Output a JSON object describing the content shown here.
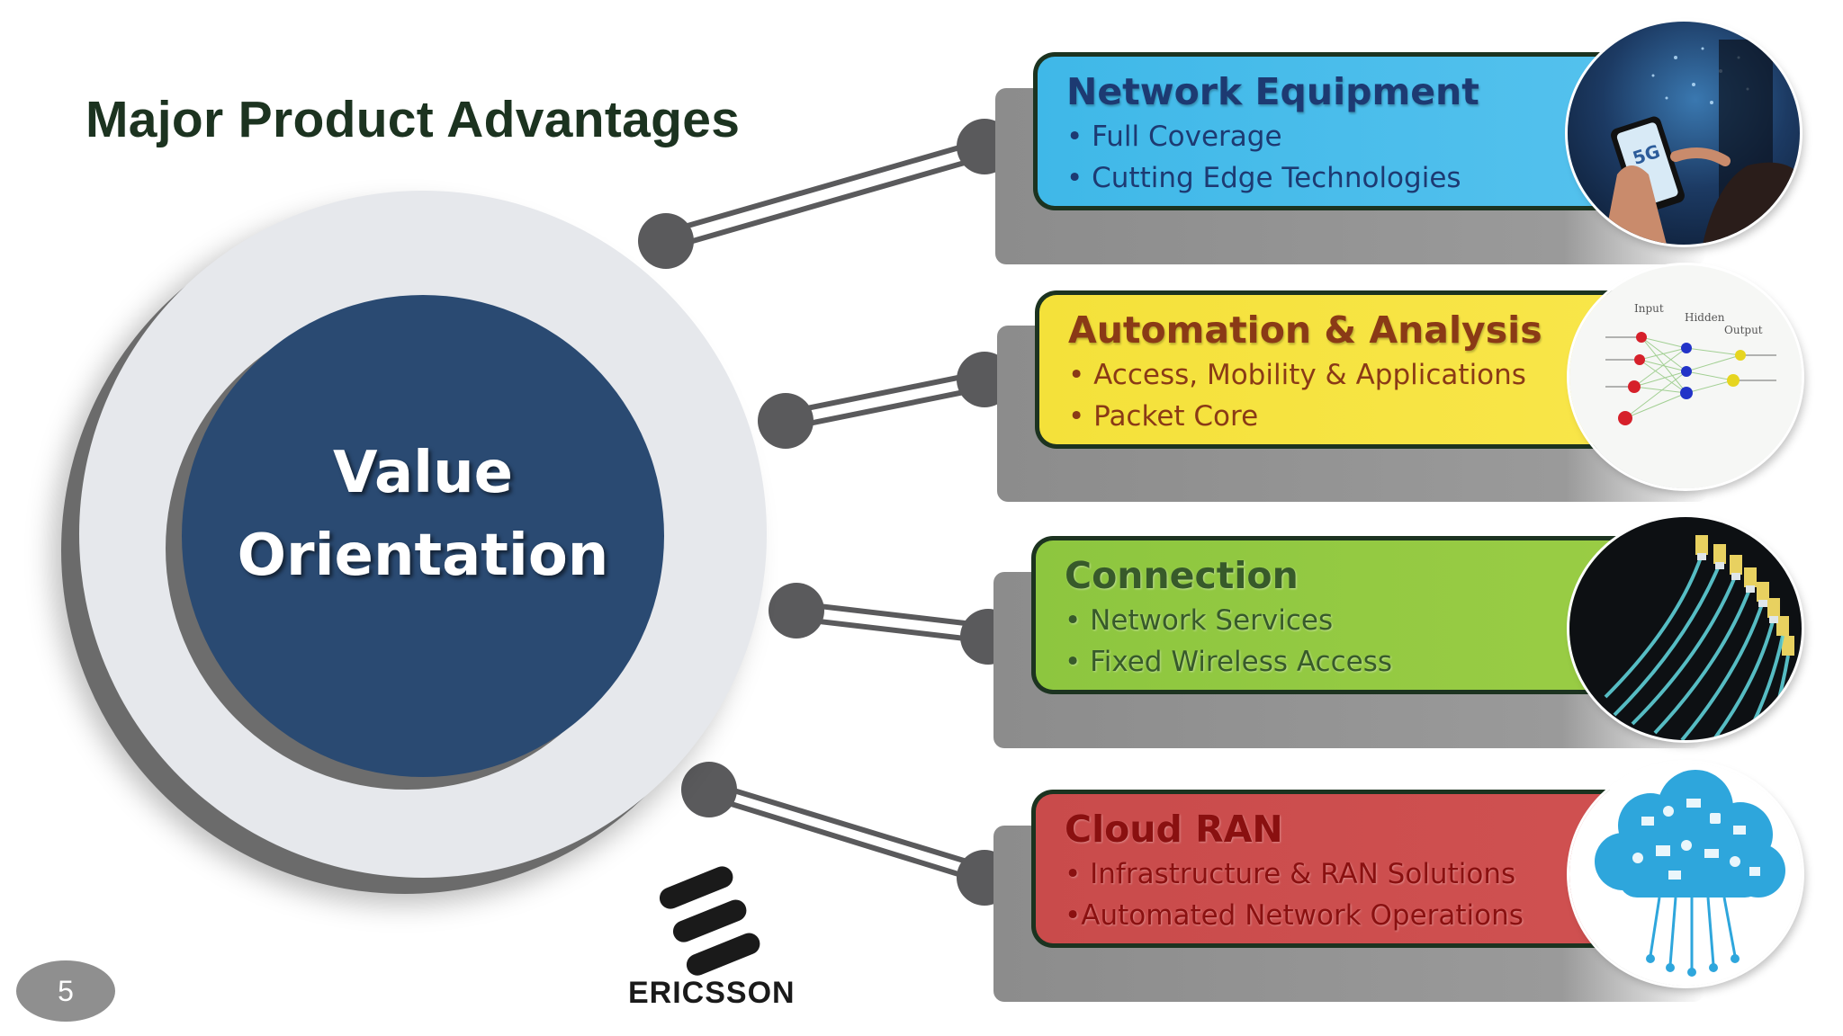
{
  "slide": {
    "title": "Major Product Advantages",
    "page_number": "5"
  },
  "center": {
    "line1": "Value",
    "line2": "Orientation"
  },
  "panels": [
    {
      "title": "Network Equipment",
      "items": [
        "• Full Coverage",
        "• Cutting Edge Technologies"
      ],
      "color": "#3fb8e8",
      "text_color": "#1d3a72",
      "image": "5g-smartphone-photo"
    },
    {
      "title": "Automation & Analysis",
      "items": [
        "• Access, Mobility & Applications",
        "• Packet Core"
      ],
      "color": "#f4e13a",
      "text_color": "#8a3a16",
      "image": "neural-network-diagram"
    },
    {
      "title": "Connection",
      "items": [
        "• Network Services",
        "• Fixed Wireless Access"
      ],
      "color": "#8dc63f",
      "text_color": "#375a2a",
      "image": "network-cables-photo"
    },
    {
      "title": "Cloud RAN",
      "items": [
        "• Infrastructure & RAN Solutions",
        "•Automated Network Operations"
      ],
      "color": "#c94b4b",
      "text_color": "#8a1010",
      "image": "cloud-icons-illustration"
    }
  ],
  "nn_labels": [
    "Input",
    "Hidden",
    "Output"
  ],
  "logo": {
    "text": "ERICSSON",
    "icon": "ericsson-logo-icon"
  },
  "colors": {
    "title": "#1c3320",
    "center_circle": "#2a4a72",
    "ring": "#e6e8ec",
    "connector": "#5a5a5c"
  }
}
